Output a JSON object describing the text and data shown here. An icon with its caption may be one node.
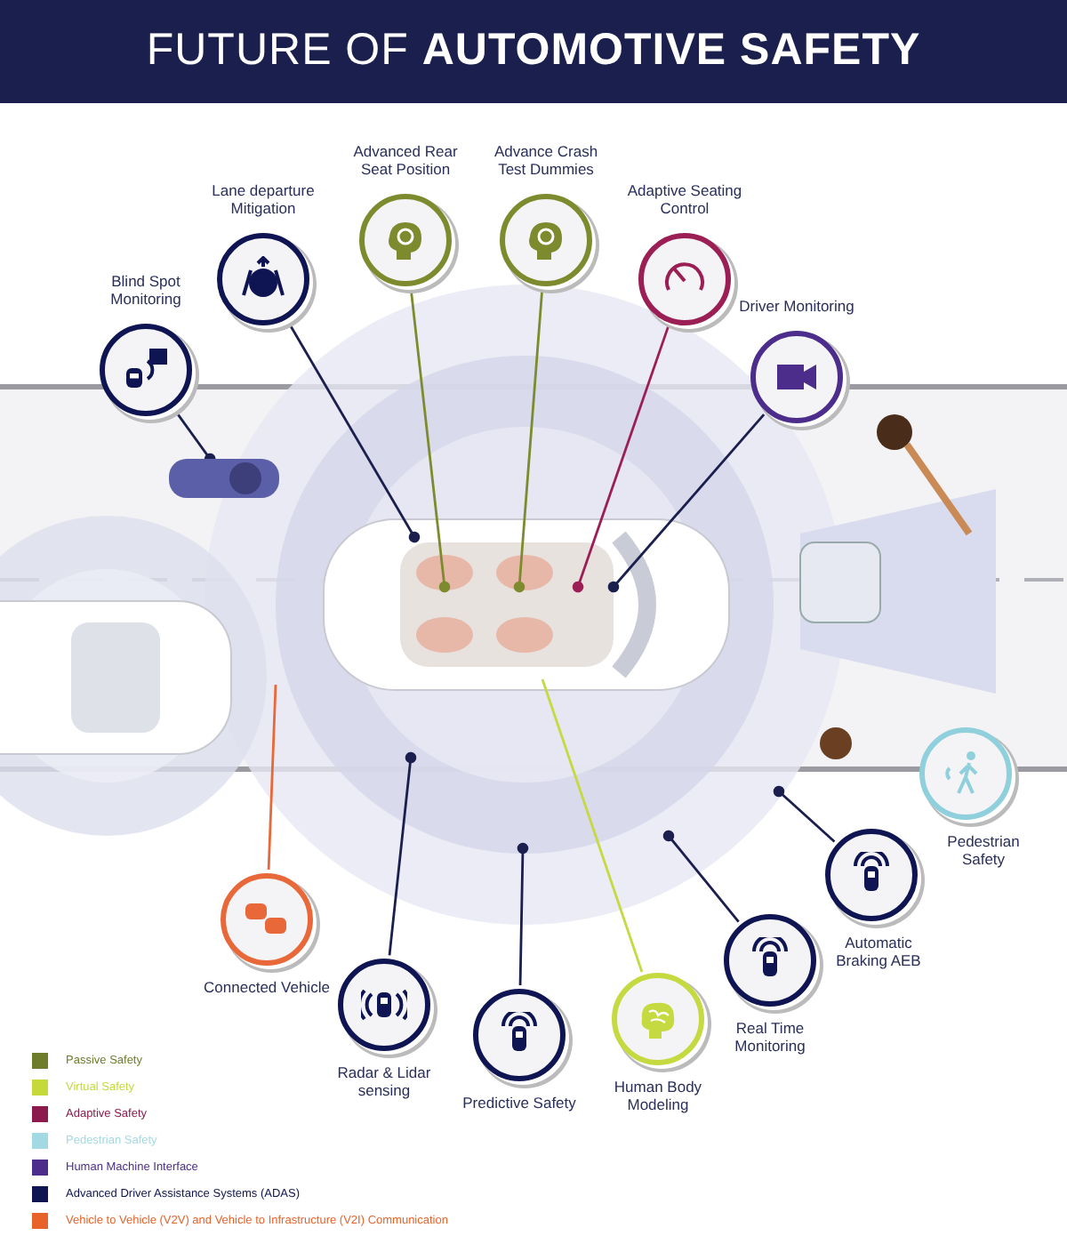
{
  "diagram": {
    "title": "FUTURE OF **AUTOMOTIVE SAFETY**",
    "nodes": [
      {
        "text": [
          "Blind Spot Monitoring"
        ]
      },
      {
        "text": [
          "Lane departure Mitigation"
        ]
      },
      {
        "text": [
          "Advanced Rear Seat Position"
        ]
      },
      {
        "text": [
          "Advance Crash Test Dummies"
        ]
      },
      {
        "text": [
          "Adaptive Seating Control"
        ]
      },
      {
        "text": [
          "Driver Monitoring"
        ]
      },
      {
        "text": [
          "Pedestrian Safety"
        ]
      },
      {
        "text": [
          "Automatic Braking AEB"
        ]
      },
      {
        "text": [
          "Real Time Monitoring"
        ]
      },
      {
        "text": [
          "Human Body Modeling"
        ]
      },
      {
        "text": [
          "Predictive Safety"
        ]
      },
      {
        "text": [
          "Radar & Lidar sensing"
        ]
      },
      {
        "text": [
          "Connected Vehicle"
        ]
      },
      {
        "text": [],
        "shape": "picture"
      }
    ],
    "edges": [
      {
        "from": 0,
        "to": 13,
        "arrow": "other"
      },
      {
        "from": 1,
        "to": null,
        "arrow": "other"
      },
      {
        "from": 2,
        "to": null,
        "arrow": "other",
        "color": "#7d8b2e"
      },
      {
        "from": 3,
        "to": null,
        "arrow": "other",
        "color": "#7d8b2e"
      },
      {
        "from": 4,
        "to": null,
        "arrow": "other",
        "color": "#9b1f55"
      },
      {
        "from": 5,
        "to": null,
        "arrow": "other"
      },
      {
        "from": 7,
        "to": null,
        "arrow": "other"
      },
      {
        "from": 8,
        "to": null,
        "arrow": "other"
      },
      {
        "from": 9,
        "to": null,
        "arrow": "none",
        "color": "#c5d940"
      },
      {
        "from": 10,
        "to": null,
        "arrow": "other"
      },
      {
        "from": 11,
        "to": null,
        "arrow": "other"
      },
      {
        "from": 12,
        "to": null,
        "arrow": "none",
        "color": "#e8683a"
      }
    ],
    "legend": [
      {
        "text": "Passive Safety",
        "color": "#6e7d2c"
      },
      {
        "text": "Virtual Safety",
        "color": "#c5d93a"
      },
      {
        "text": "Adaptive Safety",
        "color": "#8c1a4c"
      },
      {
        "text": "Pedestrian Safety",
        "color": "#a3d9e2"
      },
      {
        "text": "Human Machine Interface",
        "color": "#4c2d8c"
      },
      {
        "text": "Advanced Driver Assistance Systems (ADAS)",
        "color": "#0f1552"
      },
      {
        "text": "Vehicle to Vehicle (V2V) and Vehicle to Infrastructure (V2I) Communication",
        "color": "#e8632a"
      }
    ]
  }
}
